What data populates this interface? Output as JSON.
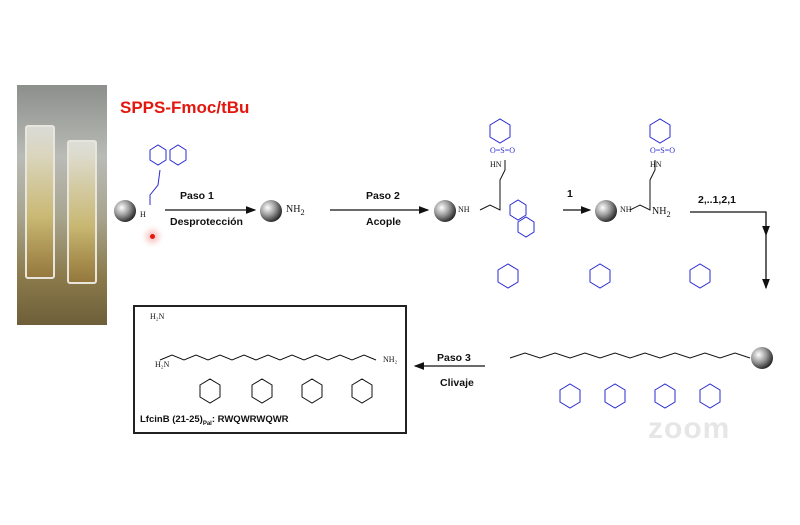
{
  "title": "SPPS-Fmoc/tBu",
  "steps": {
    "step1": {
      "label": "Paso 1",
      "action": "Desprotección"
    },
    "step2": {
      "label": "Paso 2",
      "action": "Acople"
    },
    "repeat1": "1",
    "repeat_seq": "2,..1,2,1",
    "step3": {
      "label": "Paso 3",
      "action": "Clivaje"
    }
  },
  "chem_labels": {
    "nh2": "NH",
    "nh2_sub": "2",
    "nh": "NH",
    "h": "H",
    "o": "O",
    "sulfonyl": "O=S=O",
    "guanidine_hn": "HN",
    "guanidine_nh": "NH",
    "amide_nh2": "NH₂",
    "h2n": "H₂N"
  },
  "product": {
    "caption_prefix": "LfcinB (21-25)",
    "caption_sub": "Pal",
    "caption_sequence": ": RWQWRWQWR"
  },
  "watermark": "zoom",
  "colors": {
    "title": "#e3170e",
    "protecting_group": "#2a2ad0",
    "amine": "#e3170e"
  }
}
